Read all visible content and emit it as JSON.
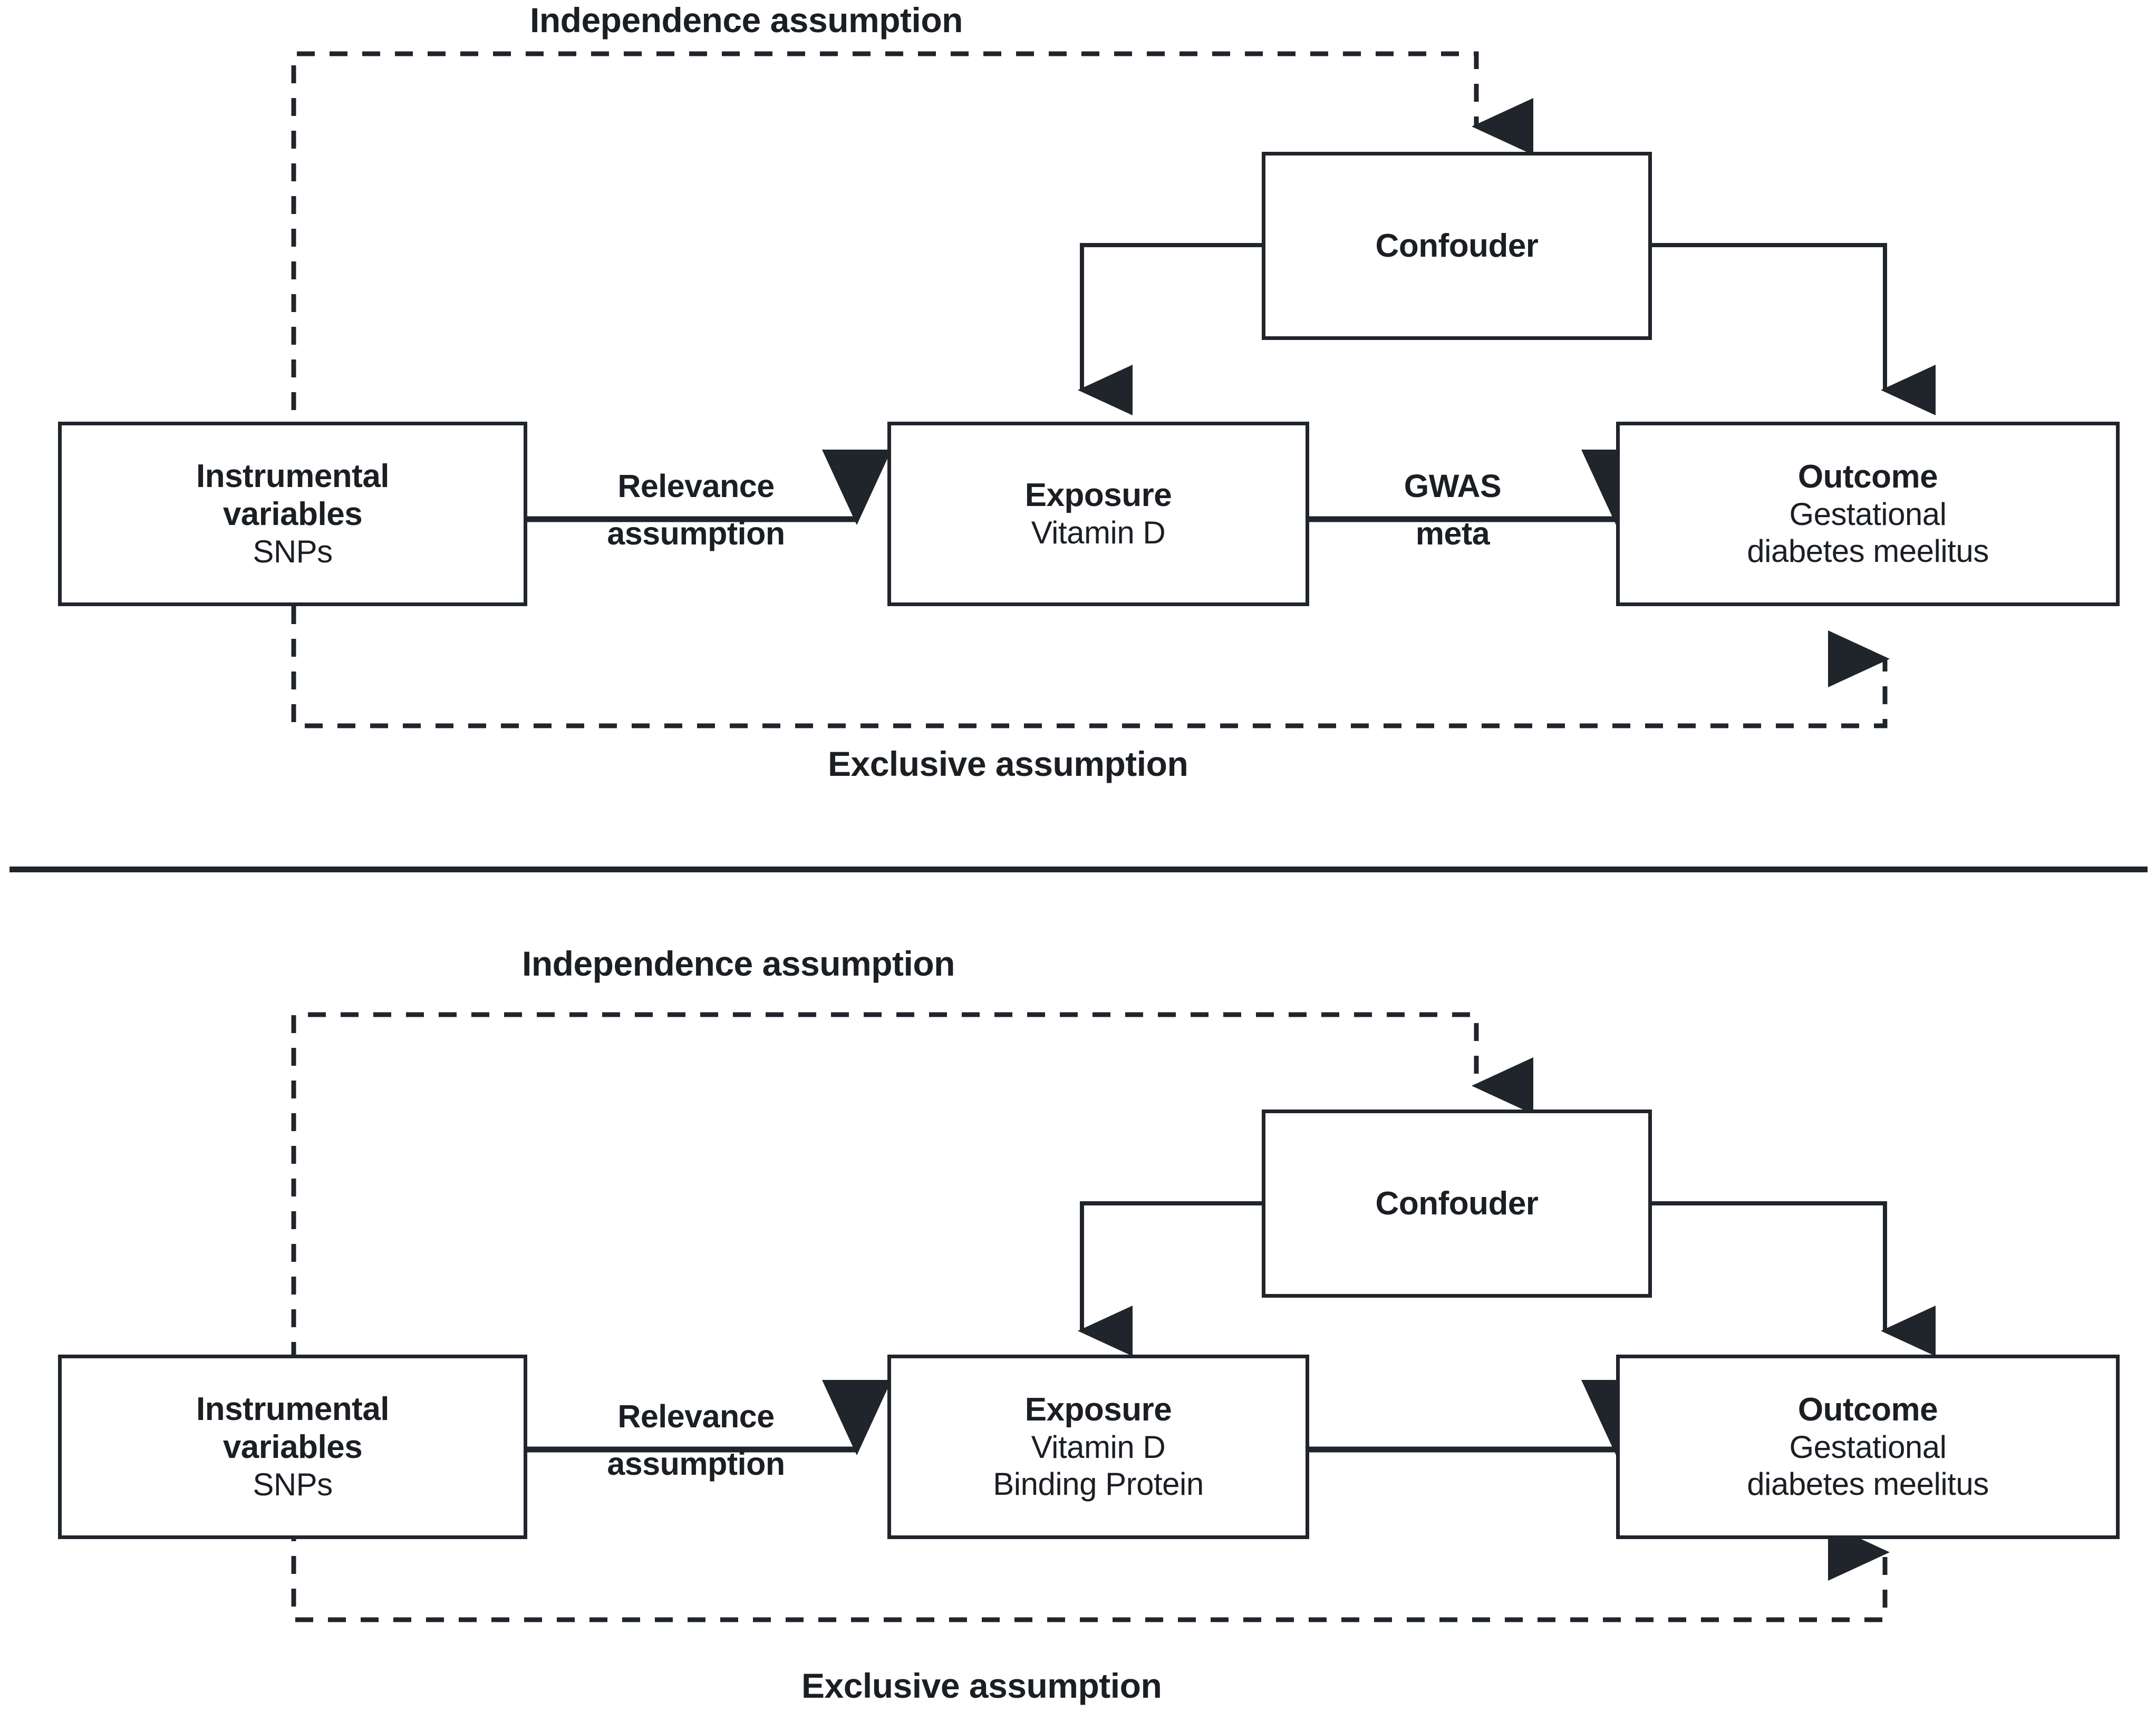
{
  "figure": {
    "type": "diagram",
    "description": "Two-panel Mendelian randomization directed acyclic graph",
    "panels": [
      {
        "id": "panel-1",
        "top_label": "Independence assumption",
        "bottom_label": "Exclusive assumption",
        "nodes": {
          "instrumental": {
            "title": "Instrumental",
            "title2": "variables",
            "sub": "SNPs"
          },
          "exposure": {
            "title": "Exposure",
            "sub": "Vitamin D",
            "sub2": ""
          },
          "outcome": {
            "title": "Outcome",
            "sub": "Gestational",
            "sub2": "diabetes meelitus"
          },
          "confounder": {
            "title": "Confouder"
          }
        },
        "edges": {
          "iv_to_exposure": {
            "line1": "Relevance",
            "line2": "assumption"
          },
          "exposure_to_outcome": {
            "line1": "GWAS",
            "line2": "meta"
          }
        }
      },
      {
        "id": "panel-2",
        "top_label": "Independence assumption",
        "bottom_label": "Exclusive assumption",
        "nodes": {
          "instrumental": {
            "title": "Instrumental",
            "title2": "variables",
            "sub": "SNPs"
          },
          "exposure": {
            "title": "Exposure",
            "sub": "Vitamin D",
            "sub2": "Binding Protein"
          },
          "outcome": {
            "title": "Outcome",
            "sub": "Gestational",
            "sub2": "diabetes meelitus"
          },
          "confounder": {
            "title": "Confouder"
          }
        },
        "edges": {
          "iv_to_exposure": {
            "line1": "Relevance",
            "line2": "assumption"
          },
          "exposure_to_outcome": {
            "line1": "",
            "line2": ""
          }
        }
      }
    ],
    "colors": {
      "stroke": "#20242b",
      "text": "#1b1f24",
      "background": "#ffffff"
    }
  }
}
